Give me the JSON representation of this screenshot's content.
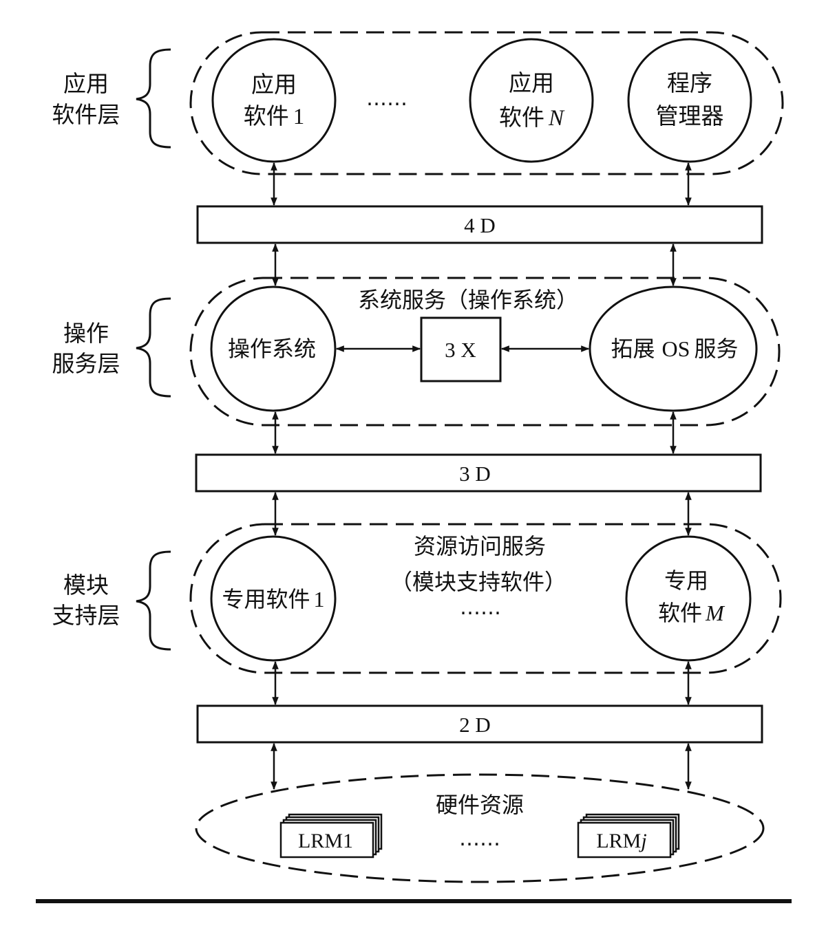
{
  "layers": {
    "application": {
      "label_line1": "应用",
      "label_line2": "软件层",
      "app1": {
        "line1": "应用",
        "line2_text": "软件",
        "line2_index": "1"
      },
      "ellipsis": "……",
      "appN": {
        "line1": "应用",
        "line2_text": "软件",
        "line2_index": "N"
      },
      "program_manager": {
        "line1": "程序",
        "line2": "管理器"
      }
    },
    "interface_4d": {
      "label": "4 D"
    },
    "os_service": {
      "label_line1": "操作",
      "label_line2": "服务层",
      "group_title": "系统服务（操作系统）",
      "operating_system": "操作系统",
      "box_3x": "3 X",
      "extended_os": {
        "prefix": "拓展",
        "os": "OS",
        "suffix": "服务"
      }
    },
    "interface_3d": {
      "label": "3 D"
    },
    "module_support": {
      "label_line1": "模块",
      "label_line2": "支持层",
      "group_title_line1": "资源访问服务",
      "group_title_line2": "（模块支持软件）",
      "ellipsis": "……",
      "dedicated1": {
        "text": "专用软件",
        "index": "1"
      },
      "dedicatedM": {
        "line1": "专用",
        "line2_text": "软件",
        "line2_index": "M"
      }
    },
    "interface_2d": {
      "label": "2 D"
    },
    "hardware": {
      "title": "硬件资源",
      "lrm1": "LRM1",
      "ellipsis": "……",
      "lrmj": {
        "prefix": "LRM",
        "index": "j"
      }
    }
  }
}
